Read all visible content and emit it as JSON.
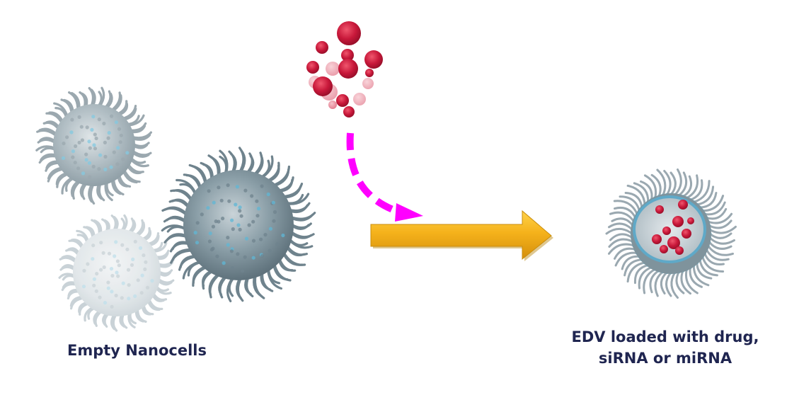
{
  "captions": {
    "empty_nanocells": "Empty Nanocells",
    "loaded_line1": "EDV loaded with drug,",
    "loaded_line2": "siRNA or miRNA"
  },
  "colors": {
    "caption_text": "#1f2550",
    "payload_red": "#d0233d",
    "dashed_arrow": "#ff00ff",
    "main_arrow": "#f5b21b",
    "nanocell_body": "#8fa3ad",
    "nanocell_accent": "#5fb7d6"
  },
  "icons": {
    "payload": "drug-particle-cluster-icon",
    "empty_cell": "empty-nanocell-icon",
    "loaded_cell": "loaded-edv-icon"
  }
}
